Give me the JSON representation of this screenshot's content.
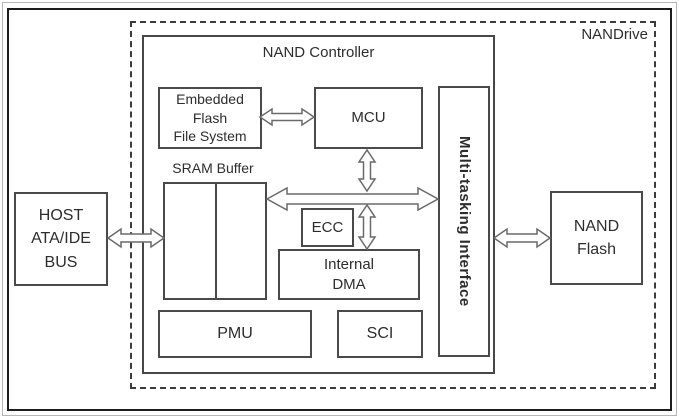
{
  "diagram": {
    "system_label": "NANDrive",
    "controller_title": "NAND Controller",
    "blocks": {
      "host": "HOST\nATA/IDE\nBUS",
      "effs": "Embedded\nFlash\nFile System",
      "mcu": "MCU",
      "sram_label": "SRAM Buffer",
      "ecc": "ECC",
      "dma": "Internal\nDMA",
      "pmu": "PMU",
      "sci": "SCI",
      "mti": "Multi-tasking Interface",
      "nand_flash": "NAND\nFlash"
    },
    "connections": [
      {
        "from": "embedded-flash-file-system",
        "to": "mcu",
        "type": "bidirectional"
      },
      {
        "from": "mcu",
        "to": "internal-bus",
        "type": "bidirectional"
      },
      {
        "from": "sram-buffer",
        "to": "multi-tasking-interface",
        "type": "bidirectional-bus"
      },
      {
        "from": "internal-bus",
        "to": "internal-dma",
        "type": "bidirectional"
      },
      {
        "from": "host-ata-ide-bus",
        "to": "sram-buffer",
        "type": "bidirectional"
      },
      {
        "from": "multi-tasking-interface",
        "to": "nand-flash",
        "type": "bidirectional"
      }
    ],
    "colors": {
      "background": "#ffffff",
      "frame_border": "#1d1d1d",
      "dashed_border": "#3c3c3c",
      "block_border": "#4a4a4a",
      "arrow_outline": "#6a6a6a",
      "text": "#2d2d2d"
    }
  }
}
